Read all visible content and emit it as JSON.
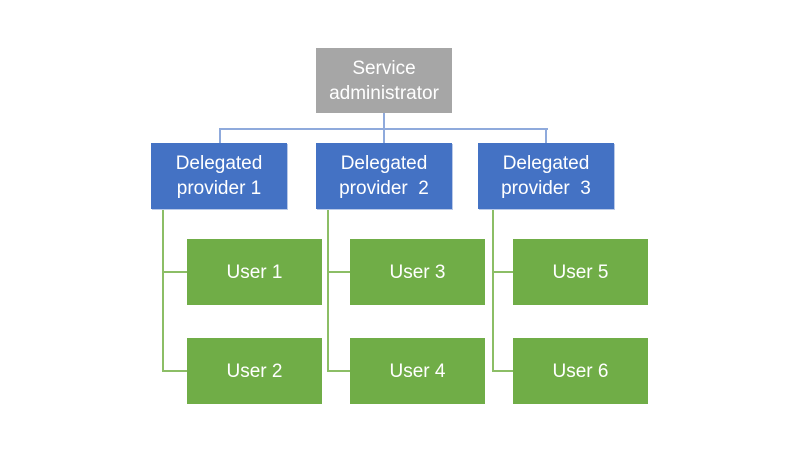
{
  "diagram": {
    "type": "org-hierarchy",
    "root": {
      "label": "Service\nadministrator"
    },
    "providers": [
      {
        "label": "Delegated\nprovider 1",
        "users": [
          "User 1",
          "User 2"
        ]
      },
      {
        "label": "Delegated\nprovider  2",
        "users": [
          "User 3",
          "User 4"
        ]
      },
      {
        "label": "Delegated\nprovider  3",
        "users": [
          "User 5",
          "User 6"
        ]
      }
    ]
  },
  "colors": {
    "box_gray": "#A6A6A6",
    "box_blue": "#4472C4",
    "box_green": "#70AD47",
    "connector_blue": "#8FAADC",
    "connector_green": "#8CBE66",
    "text": "#FFFFFF",
    "background": "#FFFFFF"
  }
}
